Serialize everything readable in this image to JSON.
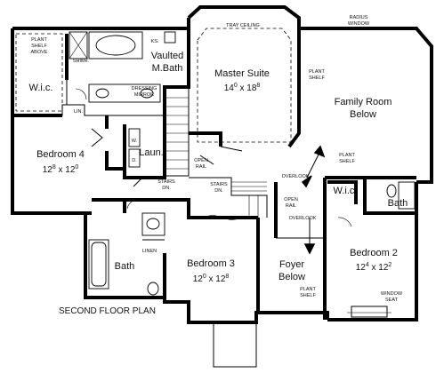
{
  "plan_title": "SECOND FLOOR PLAN",
  "rooms": {
    "master_suite": {
      "name": "Master Suite",
      "dim_w": "14",
      "dim_w_sup": "0",
      "dim_h": "18",
      "dim_h_sup": "8"
    },
    "family_room": {
      "name_line1": "Family Room",
      "name_line2": "Below"
    },
    "bedroom4": {
      "name": "Bedroom 4",
      "dim_w": "12",
      "dim_w_sup": "8",
      "dim_h": "12",
      "dim_h_sup": "0"
    },
    "bedroom3": {
      "name": "Bedroom 3",
      "dim_w": "12",
      "dim_w_sup": "0",
      "dim_h": "12",
      "dim_h_sup": "8"
    },
    "bedroom2": {
      "name": "Bedroom 2",
      "dim_w": "12",
      "dim_w_sup": "4",
      "dim_h": "12",
      "dim_h_sup": "2"
    },
    "foyer": {
      "name_line1": "Foyer",
      "name_line2": "Below"
    },
    "vaulted_bath": {
      "name_line1": "Vaulted",
      "name_line2": "M.Bath"
    },
    "wic_master": "W.i.c.",
    "wic_bed2": "W.i.c.",
    "laundry": "Laun.",
    "bath_hall": "Bath",
    "bath_bed2": "Bath",
    "dim_sep": "x"
  },
  "notes": {
    "plant_shelf_above_1": "PLANT",
    "plant_shelf_above_2": "SHELF",
    "plant_shelf_above_3": "ABOVE",
    "shwr": "SHWR.",
    "ks": "KS.",
    "tray_ceiling": "TRAY CEILING",
    "radius_window_1": "RADIUS",
    "radius_window_2": "WINDOW",
    "plant_shelf_mr_1": "PLANT",
    "plant_shelf_mr_2": "SHELF",
    "dressing_mirror_1": "DRESSING",
    "dressing_mirror_2": "MIRROR",
    "lin_top": "LIN.",
    "w_label": "W.",
    "d_label": "D.",
    "open_rail_1a": "OPEN",
    "open_rail_1b": "RAIL",
    "stairs_dn_1a": "STAIRS",
    "stairs_dn_1b": "DN.",
    "stairs_dn_2a": "STAIRS",
    "stairs_dn_2b": "DN.",
    "overlook_1": "OVERLOOK",
    "overlook_2": "OVERLOOK",
    "open_rail_2a": "OPEN",
    "open_rail_2b": "RAIL",
    "plant_shelf_fr_1": "PLANT",
    "plant_shelf_fr_2": "SHELF",
    "linen": "LINEN",
    "plant_shelf_foyer_1": "PLANT",
    "plant_shelf_foyer_2": "SHELF",
    "window_seat_1": "WINDOW",
    "window_seat_2": "SEAT"
  }
}
